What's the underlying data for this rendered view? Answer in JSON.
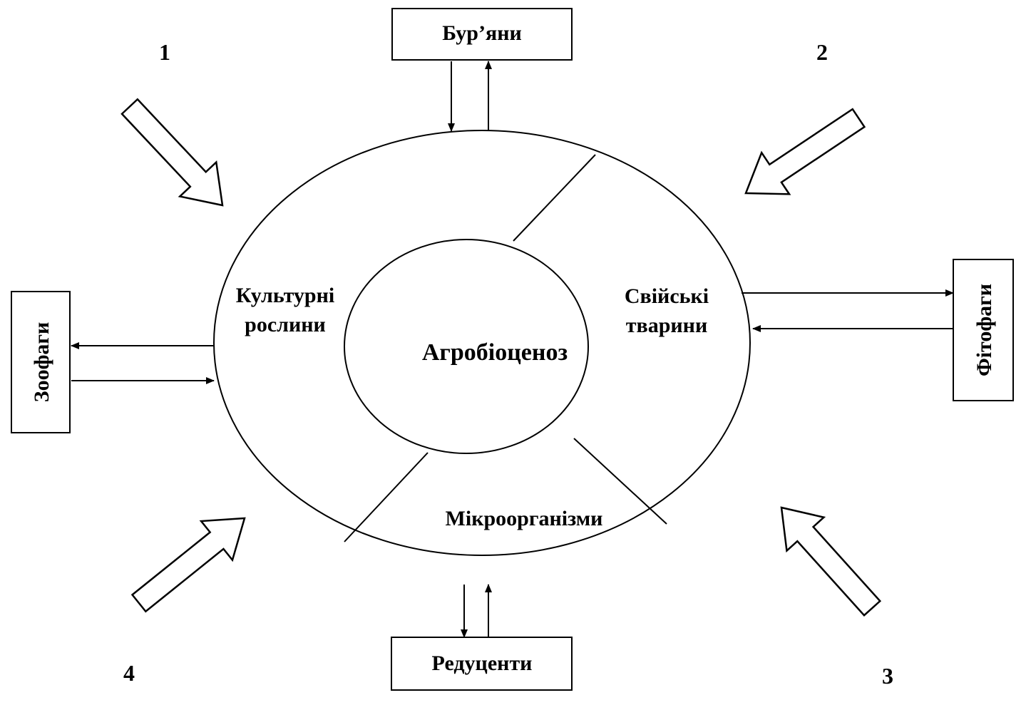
{
  "diagram": {
    "center": "Агробіоценоз",
    "segments": {
      "plants": [
        "Культурні",
        "рослини"
      ],
      "animals": [
        "Свійські",
        "тварини"
      ],
      "microbes": "Мікроорганізми"
    },
    "boxes": {
      "weeds": "Бур’яни",
      "reducers": "Редуценти",
      "zoophages": "Зоофаги",
      "phytophages": "Фітофаги"
    },
    "numbers": {
      "n1": "1",
      "n2": "2",
      "n3": "3",
      "n4": "4"
    }
  }
}
